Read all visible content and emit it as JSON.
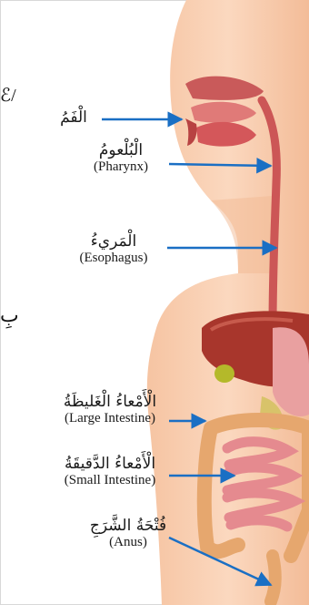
{
  "labels": {
    "mouth": {
      "ar": "الْفَمُ"
    },
    "pharynx": {
      "ar": "الْبُلْعومُ",
      "en": "(Pharynx)"
    },
    "esophagus": {
      "ar": "الْمَريءُ",
      "en": "(Esophagus)"
    },
    "large": {
      "ar": "الْأَمْعاءُ الْغَليظَةُ",
      "en": "(Large Intestine)"
    },
    "small": {
      "ar": "الْأَمْعاءُ الدَّقيقَةُ",
      "en": "(Small Intestine)"
    },
    "anus": {
      "ar": "فُتْحَةُ الشَّرَجِ",
      "en": "(Anus)"
    }
  },
  "edge_marks": {
    "upper": "ℰ/",
    "lower": "بِ"
  },
  "colors": {
    "skin": "#f7c9a8",
    "skin_shadow": "#efb690",
    "arrow": "#1a6fc4",
    "organ_red": "#c94a4a",
    "liver": "#a8362c",
    "stomach": "#e9a0a0",
    "intestine_small": "#e58a8f",
    "intestine_large": "#d9a46e",
    "gallbladder": "#b4b92a"
  }
}
